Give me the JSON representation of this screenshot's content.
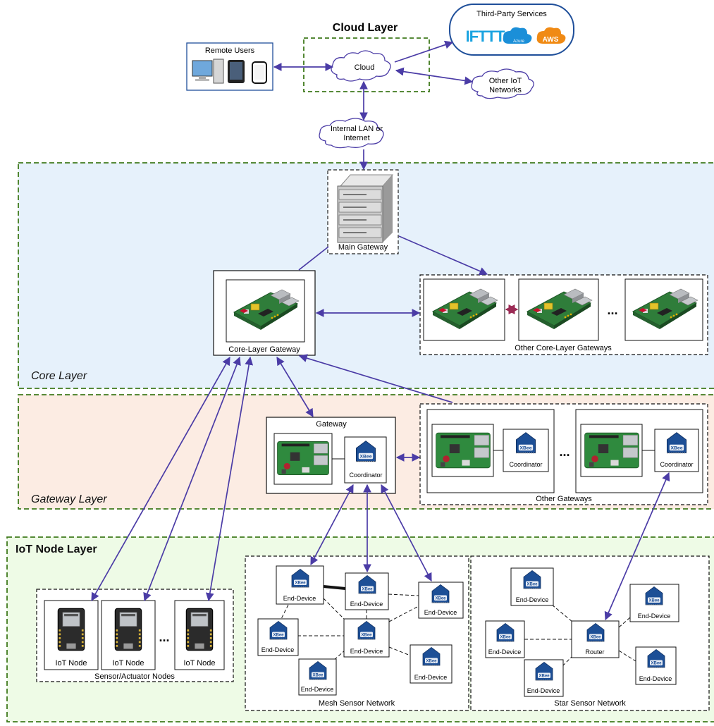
{
  "cloud": {
    "title": "Cloud Layer",
    "cloud_label": "Cloud",
    "remote_users": "Remote Users",
    "third_party": "Third-Party Services",
    "services": [
      "IFTTT",
      "Azure",
      "AWS"
    ],
    "other_iot": [
      "Other IoT",
      "Networks"
    ],
    "lan": [
      "Internal LAN or",
      "Internet"
    ]
  },
  "core": {
    "title": "Core Layer",
    "main_gateway": "Main Gateway",
    "core_gateway": "Core-Layer Gateway",
    "others": "Other Core-Layer Gateways",
    "ellipsis": "..."
  },
  "gateway": {
    "title": "Gateway Layer",
    "gateway": "Gateway",
    "coordinator": "Coordinator",
    "others": "Other Gateways"
  },
  "iot": {
    "title": "IoT Node Layer",
    "iot_node": "IoT Node",
    "sensor_actuator": "Sensor/Actuator Nodes",
    "end_device": "End-Device",
    "router": "Router",
    "mesh": "Mesh Sensor Network",
    "star": "Star Sensor Network",
    "xbee": "XBee"
  },
  "colors": {
    "arrow": "#4b3ca6",
    "core_bg": "#e6f1fb",
    "gateway_bg": "#fcece3",
    "iot_bg": "#eefbe6",
    "layer_border": "#3f7a1c",
    "board_green": "#2f7d3a",
    "ifttt": "#1aa3e0",
    "azure": "#1b8fd8",
    "aws": "#f08a14"
  }
}
